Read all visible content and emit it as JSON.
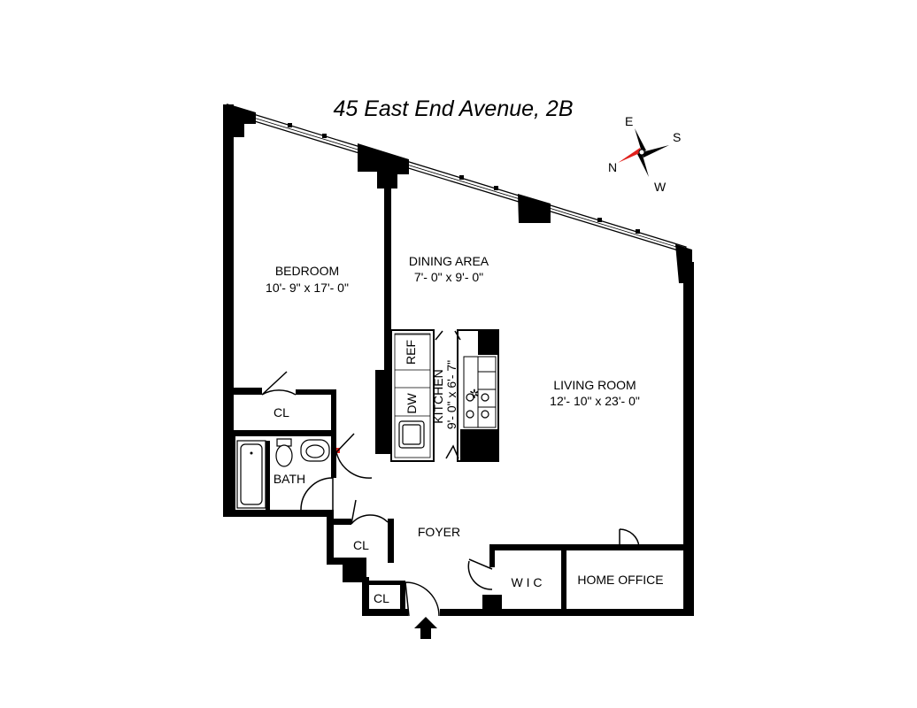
{
  "title": "45 East End Avenue, 2B",
  "compass": {
    "n": "N",
    "s": "S",
    "e": "E",
    "w": "W",
    "needle_color": "#e0211d"
  },
  "rooms": {
    "bedroom": {
      "name": "BEDROOM",
      "dims": "10'- 9\" x 17'- 0\""
    },
    "dining": {
      "name": "DINING AREA",
      "dims": "7'- 0\" x 9'- 0\""
    },
    "living": {
      "name": "LIVING ROOM",
      "dims": "12'- 10\" x 23'- 0\""
    },
    "kitchen": {
      "name": "KITCHEN",
      "dims": "9'- 0\" x 6'- 7\""
    },
    "bath": {
      "name": "BATH"
    },
    "foyer": {
      "name": "FOYER"
    },
    "cl_bedroom": {
      "name": "CL"
    },
    "cl_foyer": {
      "name": "CL"
    },
    "cl_entry": {
      "name": "CL"
    },
    "wic": {
      "name": "W I C"
    },
    "office": {
      "name": "HOME OFFICE"
    }
  },
  "appliances": {
    "ref": "REF",
    "dw": "DW"
  },
  "entry_arrow": "entry-arrow-icon"
}
